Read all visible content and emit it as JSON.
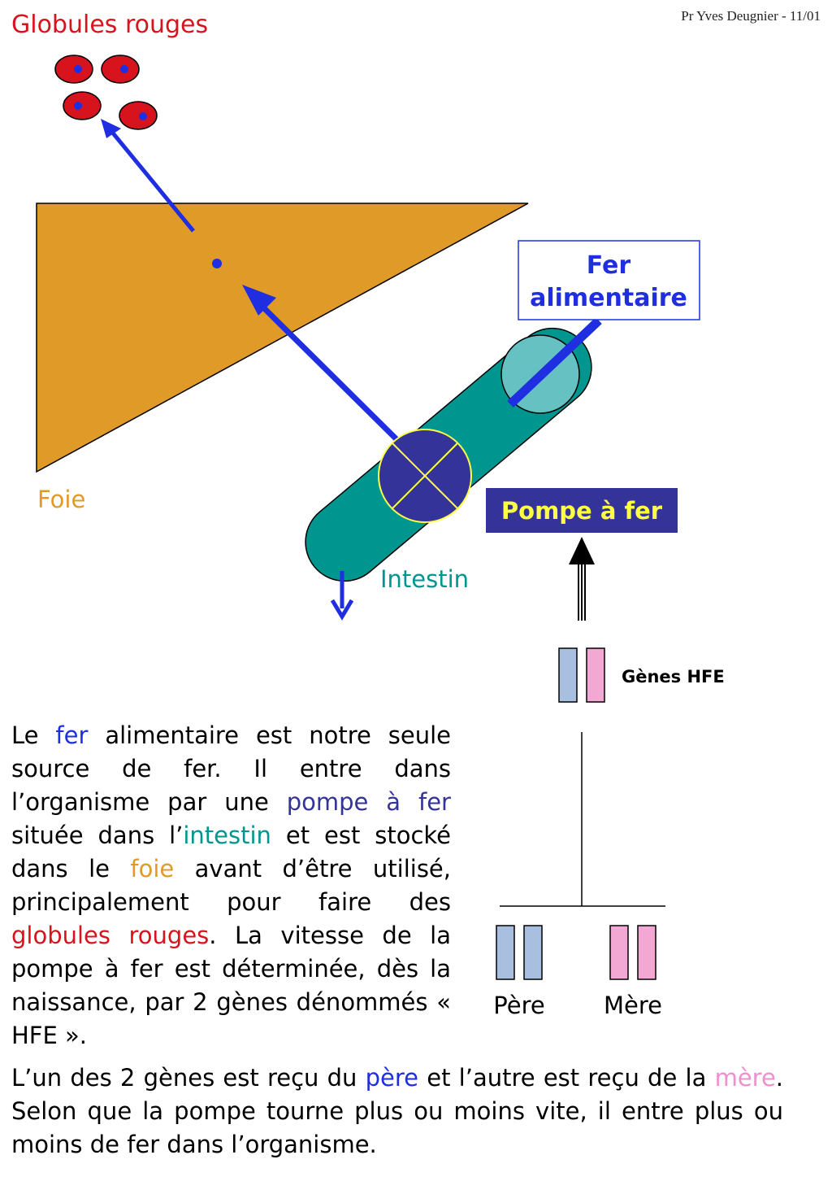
{
  "header": {
    "author": "Pr Yves Deugnier - 11/01"
  },
  "labels": {
    "globules_rouges": "Globules rouges",
    "foie": "Foie",
    "intestin": "Intestin",
    "fer_alimentaire_line1": "Fer",
    "fer_alimentaire_line2": "alimentaire",
    "pompe_a_fer": "Pompe à fer",
    "genes_hfe": "Gènes HFE",
    "pere": "Père",
    "mere": "Mère"
  },
  "paragraph1": {
    "t1": "Le ",
    "k_fer": "fer",
    "t2": " alimentaire est notre seule source de fer. Il entre dans l’organisme par une ",
    "k_pompe": "pompe à fer",
    "t3": " située dans l’",
    "k_intestin": "intestin",
    "t4": " et est stocké dans le ",
    "k_foie": "foie",
    "t5": " avant d’être utilisé, principalement pour faire des ",
    "k_globules": "globules rouges",
    "t6": ". La vitesse de la pompe à fer est déterminée, dès la naissance, par 2 gènes dénommés « HFE »."
  },
  "paragraph2": {
    "t1": "L’un des 2 gènes est reçu du ",
    "k_pere": "père",
    "t2": " et l’autre est reçu de la ",
    "k_mere": "mère",
    "t3": ". Selon que la pompe tourne plus ou moins vite, il entre plus ou moins de fer dans l’organisme."
  },
  "colors": {
    "red": "#d7141e",
    "blue": "#1f2ee0",
    "navy": "#333399",
    "teal": "#009690",
    "teal_light": "#66c2c2",
    "orange": "#e09a27",
    "yellow": "#ffff44",
    "gene_blue": "#a9bfe0",
    "gene_pink": "#f3a8d4",
    "pink_text": "#f08fce"
  }
}
